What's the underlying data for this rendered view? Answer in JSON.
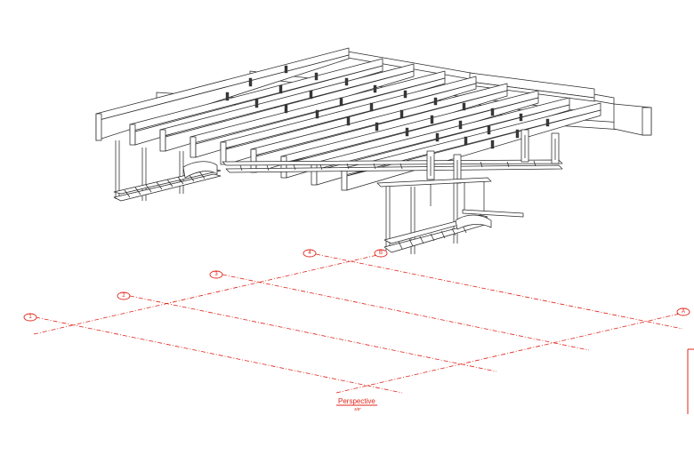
{
  "view": {
    "title": "Perspective",
    "scale": "3/8\"",
    "accent_color": "#e0241a",
    "line_color": "#2a2a2a"
  },
  "grid_bubbles": {
    "g1": "1",
    "g2": "2",
    "g3": "3",
    "g4": "4",
    "gA": "A",
    "gB": "B"
  }
}
